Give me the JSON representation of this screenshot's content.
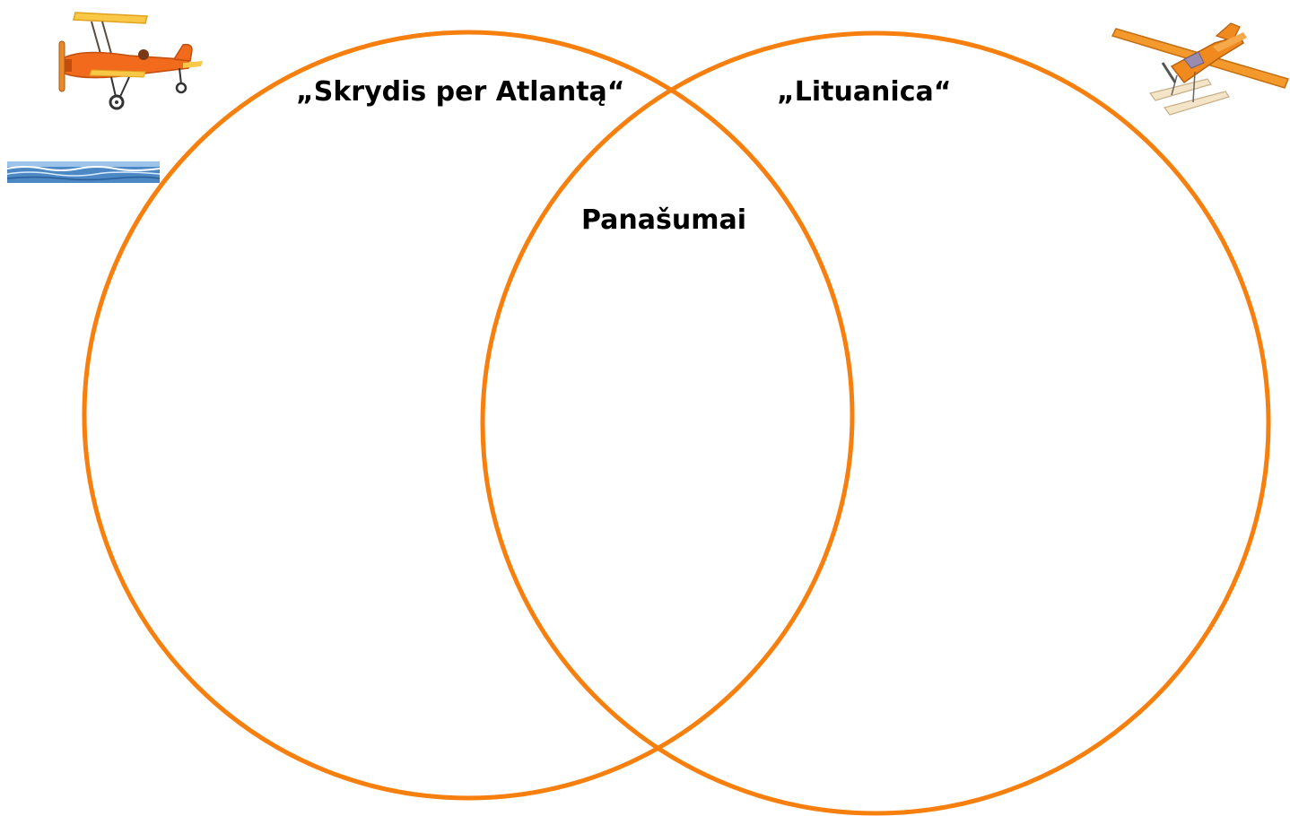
{
  "labels": {
    "left": "„Skrydis per Atlantą“",
    "right": "„Lituanica“",
    "center": "Panašumai"
  },
  "colors": {
    "circle_stroke": "#F77F0E",
    "background": "#FFFFFF",
    "text": "#000000"
  },
  "decorations": {
    "top_left": "biplane-illustration",
    "top_right": "seaplane-illustration",
    "left_strip": "ocean-waves-illustration"
  }
}
